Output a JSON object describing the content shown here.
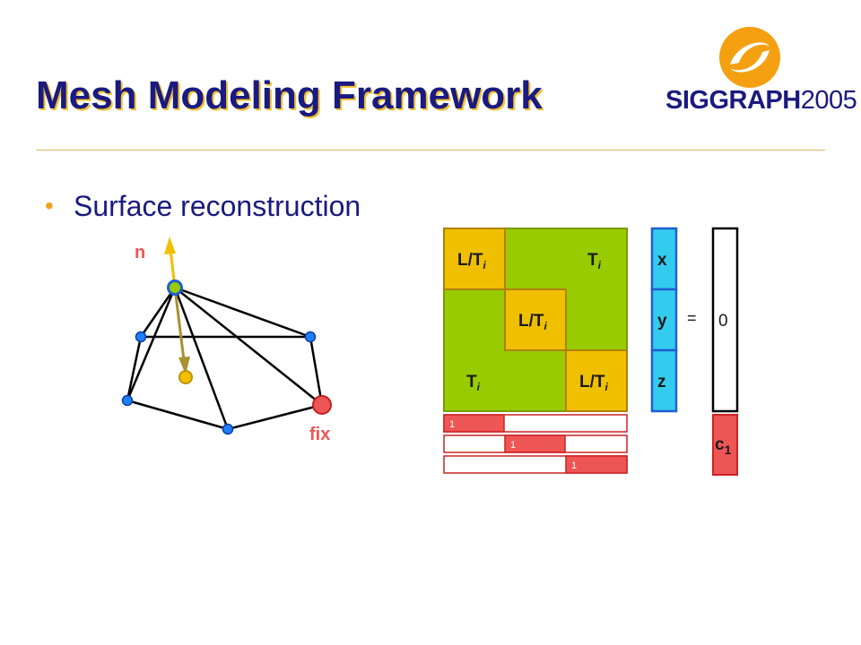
{
  "slide": {
    "title": "Mesh Modeling Framework",
    "logo_main": "SIGGRAPH",
    "logo_year": "2005",
    "bullet": "Surface reconstruction"
  },
  "mesh": {
    "normal_label": "n",
    "fix_label": "fix"
  },
  "matrix": {
    "block_main": "L/T",
    "block_sub": "i",
    "off_main": "T",
    "off_sub": "i",
    "constraint_value": "1"
  },
  "vector": {
    "x": "x",
    "y": "y",
    "z": "z",
    "equals": "=",
    "rhs_zero": "0",
    "rhs_c_main": "c",
    "rhs_c_sub": "1"
  },
  "colors": {
    "title": "#1a1a80",
    "title_shadow": "#f0c030",
    "green": "#99cc00",
    "yellow": "#f0c000",
    "red": "#ee5555",
    "cyan": "#33ccee",
    "blue_vertex": "#1f7fff"
  }
}
